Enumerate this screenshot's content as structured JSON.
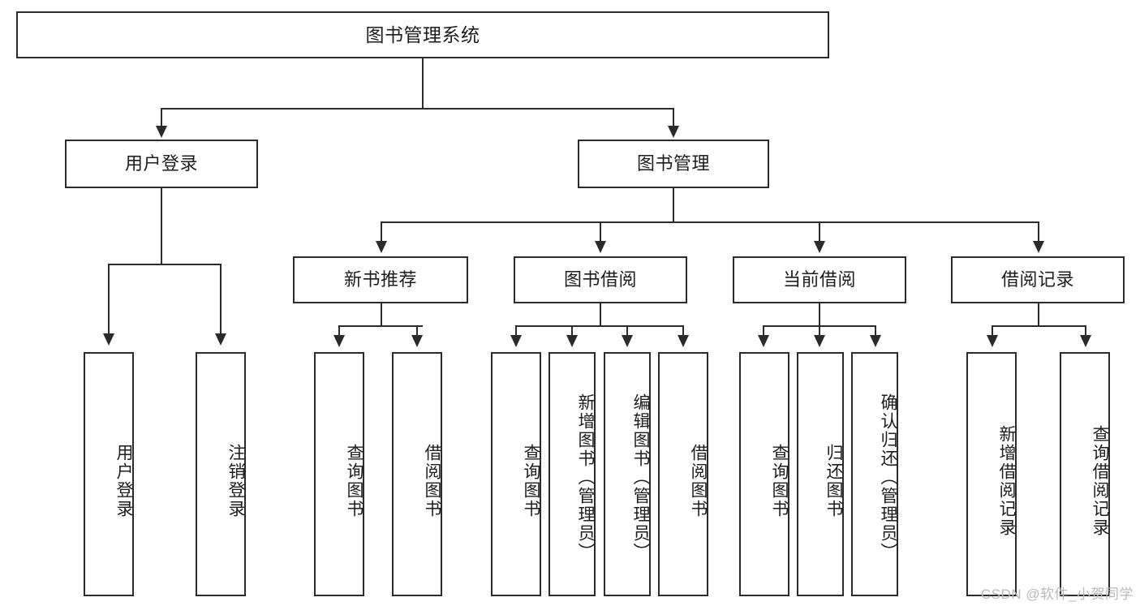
{
  "diagram": {
    "title": "图书管理系统",
    "type": "tree",
    "watermark": "CSDN @软件_小贺同学",
    "colors": {
      "stroke": "#2b2b2b",
      "fill": "#ffffff",
      "text": "#1d1d1d",
      "watermark": "#b9b9b9"
    },
    "root": {
      "label": "图书管理系统"
    },
    "level2": [
      {
        "label": "用户登录"
      },
      {
        "label": "图书管理"
      }
    ],
    "level3": [
      {
        "label": "新书推荐"
      },
      {
        "label": "图书借阅"
      },
      {
        "label": "当前借阅"
      },
      {
        "label": "借阅记录"
      }
    ],
    "leaves": {
      "user_login": [
        {
          "label": "用户登录"
        },
        {
          "label": "注销登录"
        }
      ],
      "new_book_recommend": [
        {
          "label": "查询图书"
        },
        {
          "label": "借阅图书"
        }
      ],
      "book_borrow": [
        {
          "label": "查询图书"
        },
        {
          "label": "新增图书（管理员）"
        },
        {
          "label": "编辑图书（管理员）"
        },
        {
          "label": "借阅图书"
        }
      ],
      "current_borrow": [
        {
          "label": "查询图书"
        },
        {
          "label": "归还图书"
        },
        {
          "label": "确认归还（管理员）"
        }
      ],
      "borrow_record": [
        {
          "label": "新增借阅记录"
        },
        {
          "label": "查询借阅记录"
        }
      ]
    }
  }
}
